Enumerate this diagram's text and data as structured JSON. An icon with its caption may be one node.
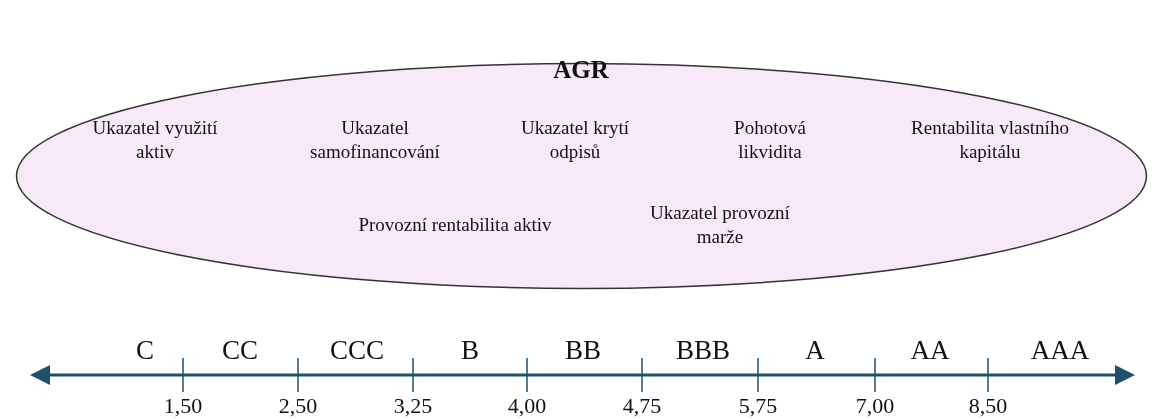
{
  "diagram": {
    "nodes": [
      {
        "text": [
          "AGR",
          "Ukazatel využití aktiv",
          "Ukazatel samofinancování",
          "Ukazatel krytí odpisů",
          "Pohotová likvidita",
          "Rentabilita vlastního kapitálu",
          "Provozní rentabilita aktiv",
          "Ukazatel provozní marže"
        ]
      }
    ],
    "labels": [
      "C",
      "CC",
      "CCC",
      "B",
      "BB",
      "BBB",
      "A",
      "AA",
      "AAA",
      "1,50",
      "2,50",
      "3,25",
      "4,00",
      "4,75",
      "5,75",
      "7,00",
      "8,50"
    ]
  }
}
